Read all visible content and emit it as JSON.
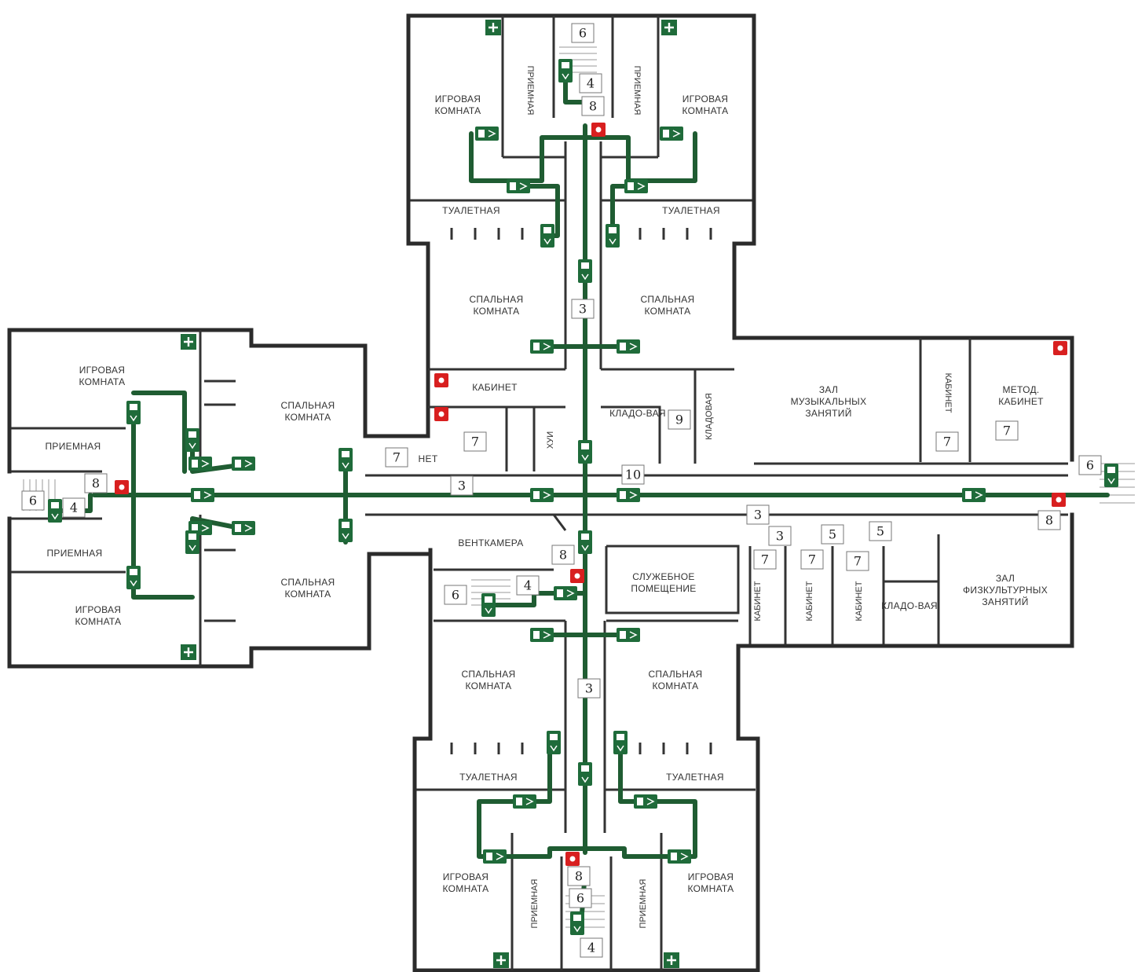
{
  "colors": {
    "route": "#1f5c32",
    "exit_sign": "#1f6b3a",
    "fire_sign": "#d81f1f",
    "wall": "#2b2b2b"
  },
  "rooms": {
    "play_nw": "ИГРОВАЯ КОМНАТА",
    "play_ne": "ИГРОВАЯ КОМНАТА",
    "play_w_top": "ИГРОВАЯ КОМНАТА",
    "play_w_bottom": "ИГРОВАЯ КОМНАТА",
    "play_sw": "ИГРОВАЯ КОМНАТА",
    "play_se": "ИГРОВАЯ КОМНАТА",
    "reception_n_left": "ПРИЕМНАЯ",
    "reception_n_right": "ПРИЕМНАЯ",
    "reception_w_top": "ПРИЕМНАЯ",
    "reception_w_bottom": "ПРИЕМНАЯ",
    "reception_s_left": "ПРИЕМНАЯ",
    "reception_s_right": "ПРИЕМНАЯ",
    "toilet_n_left": "ТУАЛЕТНАЯ",
    "toilet_n_right": "ТУАЛЕТНАЯ",
    "toilet_s_left": "ТУАЛЕТНАЯ",
    "toilet_s_right": "ТУАЛЕТНАЯ",
    "sleep_n_left": "СПАЛЬНАЯ КОМНАТА",
    "sleep_n_right": "СПАЛЬНАЯ КОМНАТА",
    "sleep_w_top": "СПАЛЬНАЯ КОМНАТА",
    "sleep_w_bottom": "СПАЛЬНАЯ КОМНАТА",
    "sleep_s_left": "СПАЛЬНАЯ КОМНАТА",
    "sleep_s_right": "СПАЛЬНАЯ КОМНАТА",
    "office_center": "КАБИНЕТ",
    "pantry_center": "КЛАДО-ВАЯ",
    "storage_vertical": "КЛАДОВАЯ",
    "music_hall": "ЗАЛ МУЗЫКАЛЬНЫХ ЗАНЯТИЙ",
    "office_vertical_east": "КАБИНЕТ",
    "method_office": "МЕТОД. КАБИНЕТ",
    "ventilation": "ВЕНТКАМЕРА",
    "service_room": "СЛУЖЕБНОЕ ПОМЕЩЕНИЕ",
    "office_s1": "КАБИНЕТ",
    "office_s2": "КАБИНЕТ",
    "office_s3": "КАБИНЕТ",
    "pantry_s": "КЛАДО-ВАЯ",
    "sports_hall": "ЗАЛ ФИЗКУЛЬТУРНЫХ ЗАНЯТИЙ",
    "wc_small": "ХУИ",
    "wc_west": "НЕТ"
  },
  "numbers": {
    "n_stair_top": "6",
    "n_4_top": "4",
    "n_8_top": "8",
    "n_3_top": "3",
    "n_7_cab": "7",
    "n_7_wc": "7",
    "n_3_corr": "3",
    "n_9": "9",
    "n_10": "10",
    "n_7_east1": "7",
    "n_7_east2": "7",
    "n_6_east": "6",
    "n_8_east": "8",
    "n_8_west": "8",
    "n_6_west": "6",
    "n_4_west": "4",
    "n_8_vent": "8",
    "n_4_vent": "4",
    "n_6_vent": "6",
    "n_3_s1": "3",
    "n_3_s2": "3",
    "n_5_s1": "5",
    "n_5_s2": "5",
    "n_7_s1": "7",
    "n_7_s2": "7",
    "n_7_s3": "7",
    "n_3_bottom": "3",
    "n_8_bottom": "8",
    "n_6_bottom": "6",
    "n_4_bottom": "4"
  },
  "icons": {
    "exit": "emergency-exit-sign-icon",
    "first_aid": "first-aid-cross-icon",
    "fire": "fire-extinguisher-sign-icon",
    "stairs": "staircase-icon"
  }
}
